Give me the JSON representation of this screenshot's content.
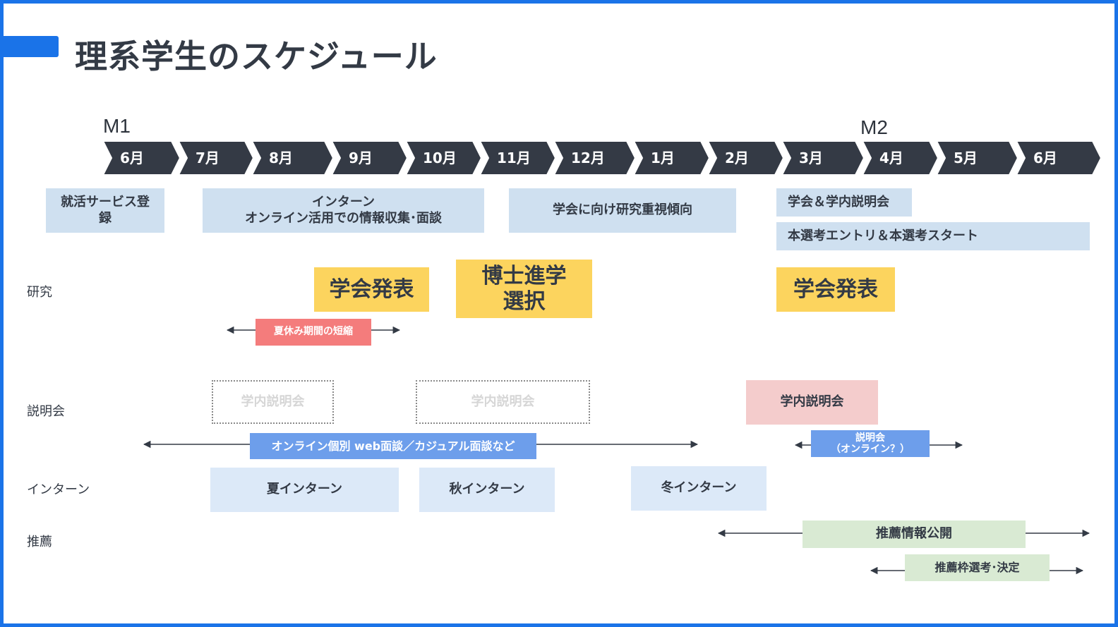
{
  "title": "理系学生のスケジュール",
  "years": {
    "m1": "M1",
    "m2": "M2"
  },
  "months": [
    "6月",
    "7月",
    "8月",
    "9月",
    "10月",
    "11月",
    "12月",
    "1月",
    "2月",
    "3月",
    "4月",
    "5月",
    "6月"
  ],
  "colors": {
    "accent": "#1a73e8",
    "chevron": "#343a45"
  },
  "phases": {
    "shukatsu": "就活サービス登\n録",
    "intern_info": "インターン\nオンライン活用での情報収集･面談",
    "research_focus": "学会に向け研究重視傾向",
    "gakkai_setsumeikai": "学会＆学内説明会",
    "honsenko": "本選考エントリ＆本選考スタート"
  },
  "rows": {
    "research": "研究",
    "setsumeikai": "説明会",
    "intern": "インターン",
    "suisen": "推薦"
  },
  "research": {
    "gakkai1": "学会発表",
    "hakushi": "博士進学\n選択",
    "gakkai2": "学会発表",
    "natsuyasumi": "夏休み期間の短縮"
  },
  "setsumeikai": {
    "gakunai1": "学内説明会",
    "gakunai2": "学内説明会",
    "gakunai3": "学内説明会",
    "online_mendan": "オンライン個別 web面談／カジュアル面談など",
    "online_setsumeikai": "説明会\n（オンライン？）"
  },
  "intern": {
    "summer": "夏インターン",
    "autumn": "秋インターン",
    "winter": "冬インターン"
  },
  "suisen": {
    "joho": "推薦情報公開",
    "waku": "推薦枠選考･決定"
  }
}
